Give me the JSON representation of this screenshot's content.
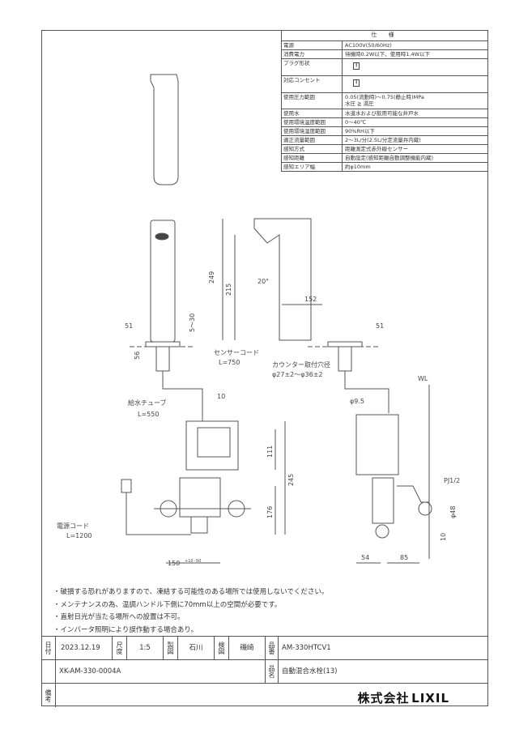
{
  "spec": {
    "title": "仕 様",
    "rows": [
      {
        "label": "電源",
        "value": "AC100V(50/60Hz)"
      },
      {
        "label": "消費電力",
        "value": "待機時0.2W以下、使用時1.4W以下"
      },
      {
        "label": "プラグ形状",
        "value": "",
        "icon": "plug"
      },
      {
        "label": "対応コンセント",
        "value": "",
        "icon": "outlet"
      },
      {
        "label": "使用圧力範囲",
        "value": "0.05(流動時)～0.75(静止時)MPa\n水圧 ≧ 湯圧"
      },
      {
        "label": "使用水",
        "value": "水道水および飲用可能な井戸水"
      },
      {
        "label": "使用環境温度範囲",
        "value": "0～40℃"
      },
      {
        "label": "使用環境湿度範囲",
        "value": "90%RH以下"
      },
      {
        "label": "適正流量範囲",
        "value": "2～3L/分(2.5L/分定流量弁内蔵)"
      },
      {
        "label": "感知方式",
        "value": "距離測定式赤外線センサー"
      },
      {
        "label": "感知距離",
        "value": "自動設定(感知距離自動調整機能内蔵)"
      },
      {
        "label": "感知エリア幅",
        "value": "約φ10mm"
      }
    ]
  },
  "dims": {
    "d249": "249",
    "d215": "215",
    "d20deg": "20°",
    "d152": "152",
    "d51a": "51",
    "d51b": "51",
    "d5_30": "5～30",
    "d56": "56",
    "sensor_cord": "センサーコード",
    "sensor_cord_len": "L=750",
    "counter_hole": "カウンター取付穴径",
    "counter_hole_val": "φ27±2～φ36±2",
    "d10": "10",
    "supply_tube": "給水チューブ",
    "supply_tube_len": "L=550",
    "d9_5": "φ9.5",
    "wl": "WL",
    "d111": "111",
    "d245": "245",
    "d176": "176",
    "pj": "PJ1/2",
    "d48": "φ48",
    "d10b": "10",
    "power_cord": "電源コード",
    "power_cord_len": "L=1200",
    "d150": "150",
    "d150_tol": "+10 -50",
    "d54": "54",
    "d85": "85"
  },
  "notes": [
    "・破損する恐れがありますので、凍結する可能性のある場所では使用しないでください。",
    "・メンテナンスの為、温調ハンドル下側に70mm以上の空間が必要です。",
    "・直射日光が当たる場所への設置は不可。",
    "・インバータ照明により誤作動する場合あり。"
  ],
  "titleblock": {
    "date_label": "日付",
    "date": "2023.12.19",
    "scale_label": "尺度",
    "scale": "1:5",
    "drawn_label": "製図",
    "drawn": "石川",
    "check_label": "検図",
    "check": "磯崎",
    "product_label": "品番",
    "product": "AM-330HTCV1",
    "ref": "XK-AM-330-0004A",
    "name_label": "品名",
    "name": "自動混合水栓(13)",
    "notes_label": "備考",
    "company": "株式会社",
    "brand": "LIXIL"
  }
}
